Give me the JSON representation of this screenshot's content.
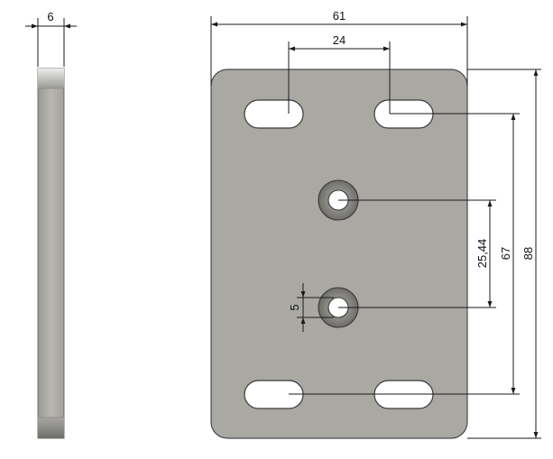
{
  "drawing": {
    "dimensions": {
      "thickness": "6",
      "width": "61",
      "slot_spacing": "24",
      "hole_spacing": "25,44",
      "slot_vertical_spacing": "67",
      "height": "88",
      "hole_diameter": "5"
    },
    "colors": {
      "plate_fill": "#a9a8a3",
      "hole_counterbore": "#8f8e8a",
      "line": "#1a1a1a"
    }
  }
}
